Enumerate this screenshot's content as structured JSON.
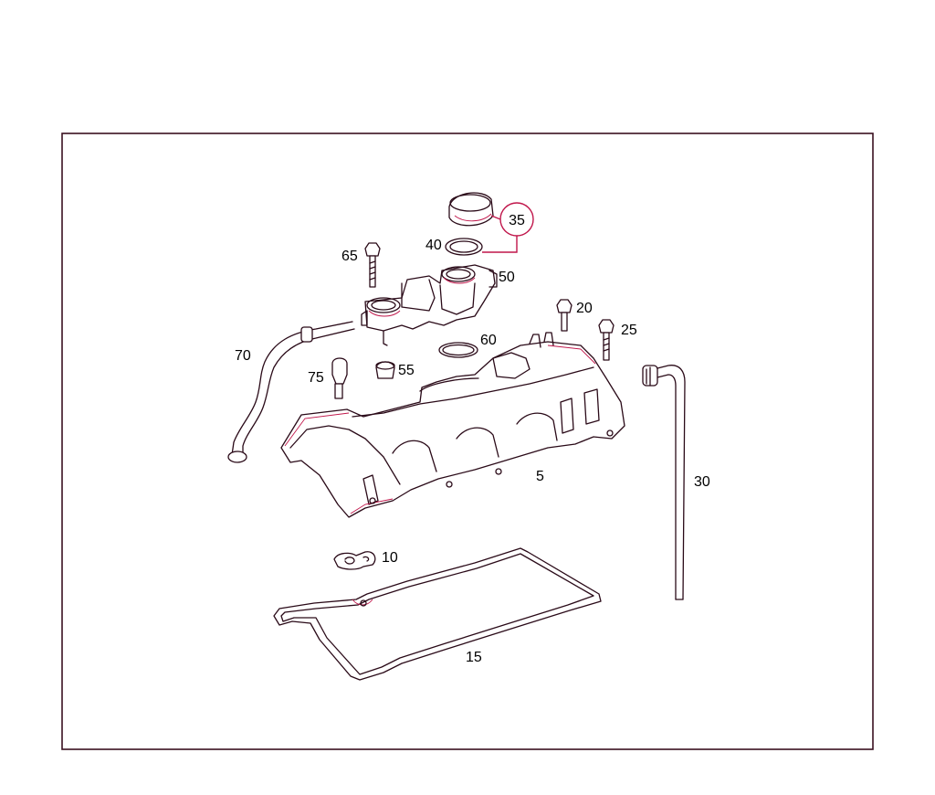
{
  "callouts": {
    "c5": "5",
    "c10": "10",
    "c15": "15",
    "c20": "20",
    "c25": "25",
    "c30": "30",
    "c35": "35",
    "c40": "40",
    "c50": "50",
    "c55": "55",
    "c60": "60",
    "c65": "65",
    "c70": "70",
    "c75": "75"
  },
  "colors": {
    "line": "#2a0a18",
    "accent": "#c0154a",
    "frame": "#3a1020"
  }
}
